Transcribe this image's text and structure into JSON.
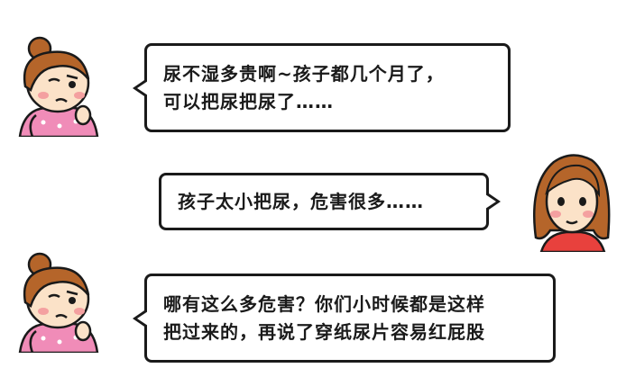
{
  "row1": {
    "avatar": "worried-girl-avatar",
    "lines": [
      "尿不湿多贵啊~孩子都几个月了，",
      "可以把尿把尿了……"
    ]
  },
  "row2": {
    "avatar": "woman-avatar",
    "lines": [
      "孩子太小把尿，危害很多……"
    ]
  },
  "row3": {
    "avatar": "worried-girl-avatar",
    "lines": [
      "哪有这么多危害？你们小时候都是这样",
      "把过来的，再说了穿纸尿片容易红屁股"
    ]
  },
  "colors": {
    "hair": "#b5652a",
    "face": "#fbe2c8",
    "shirt": "#f08cb8",
    "dress": "#e8413d",
    "outline": "#1a1a1a"
  }
}
